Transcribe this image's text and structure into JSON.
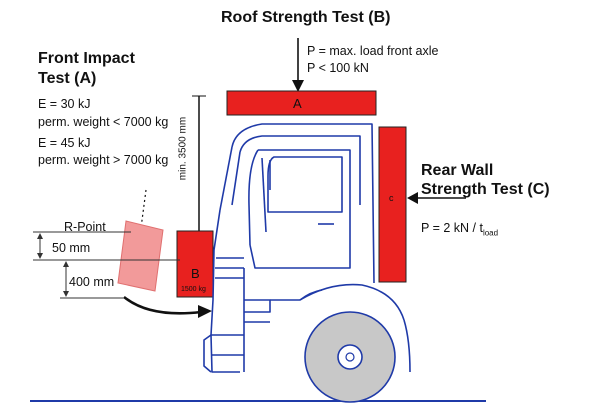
{
  "roof_test": {
    "title": "Roof Strength Test (B)",
    "load_line1": "P = max. load front axle",
    "load_line2": "P < 100 kN",
    "block_label": "A"
  },
  "front_test": {
    "title_line1": "Front Impact",
    "title_line2": "Test (A)",
    "energy_1": "E = 30 kJ",
    "weight_1": "perm. weight < 7000 kg",
    "energy_2": "E = 45 kJ",
    "weight_2": "perm. weight > 7000 kg",
    "min_height": "min. 3500 mm",
    "pendulum_label": "B",
    "pendulum_mass": "1500 kg"
  },
  "rear_test": {
    "title_line1": "Rear Wall",
    "title_line2": "Strength Test (C)",
    "load_prefix": "P = 2 kN / t",
    "load_subscript": "load",
    "block_label": "c"
  },
  "dimensions": {
    "r_point": "R-Point",
    "offset": "50 mm",
    "height": "400 mm"
  },
  "colors": {
    "red": "#e8211f",
    "pink": "#f29a9a",
    "wheel_gray": "#c8c8c8"
  }
}
